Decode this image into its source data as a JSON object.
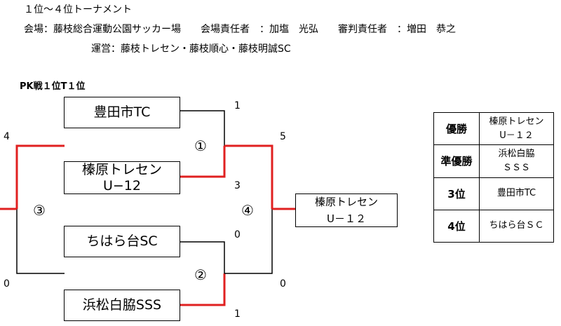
{
  "header": {
    "title": "１位～４位トーナメント",
    "info": "会場：藤枝総合運動公園サッカー場　　会場責任者　：加塩　光弘　　審判責任者　：増田　恭之",
    "ops": "運営：藤枝トレセン・藤枝順心・藤枝明誠SC"
  },
  "bracket": {
    "section_label": "PK戦１位T１位",
    "teams": [
      {
        "lines": [
          "豊田市TC"
        ]
      },
      {
        "lines": [
          "榛原トレセン",
          "U−12"
        ]
      },
      {
        "lines": [
          "ちはら台SC"
        ]
      },
      {
        "lines": [
          "浜松白脇SSS"
        ]
      }
    ],
    "winner": {
      "lines": [
        "榛原トレセン",
        "U－１２"
      ]
    },
    "scores": {
      "m1_top": "1",
      "m1_bottom": "3",
      "m2_top": "0",
      "m2_bottom": "1",
      "final_top": "5",
      "final_bottom": "0",
      "third_top": "4",
      "third_bottom": "0"
    },
    "match_labels": {
      "m1": "①",
      "m2": "②",
      "m3": "③",
      "m4": "④"
    },
    "colors": {
      "win": "#e02020",
      "line": "#000000"
    }
  },
  "results": [
    {
      "label": "優勝",
      "value": [
        "榛原トレセン",
        "U－１２"
      ]
    },
    {
      "label": "準優勝",
      "value": [
        "浜松白脇",
        "ＳＳＳ"
      ]
    },
    {
      "label": "3位",
      "value": [
        "豊田市TC"
      ]
    },
    {
      "label": "4位",
      "value": [
        "ちはら台ＳＣ"
      ]
    }
  ]
}
